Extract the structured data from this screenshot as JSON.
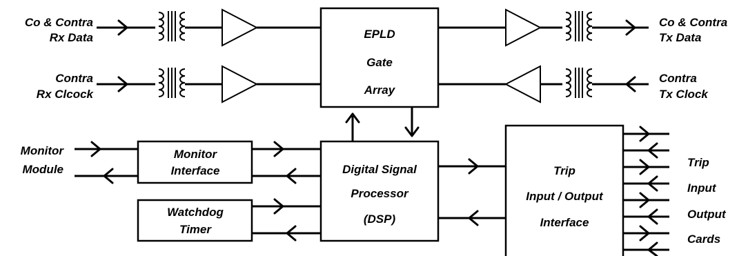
{
  "diagram": {
    "epld_box": {
      "lines": [
        "EPLD",
        "Gate",
        "Array"
      ]
    },
    "dsp_box": {
      "lines": [
        "Digital Signal",
        "Processor",
        "(DSP)"
      ]
    },
    "trip_box": {
      "lines": [
        "Trip",
        "Input / Output",
        "Interface"
      ]
    },
    "monitor_interface_box": {
      "lines": [
        "Monitor",
        "Interface"
      ]
    },
    "watchdog_box": {
      "lines": [
        "Watchdog",
        "Timer"
      ]
    },
    "signals": {
      "rx_data": [
        "Co & Contra",
        "Rx Data"
      ],
      "rx_clock": [
        "Contra",
        "Rx Clcock"
      ],
      "tx_data": [
        "Co & Contra",
        "Tx Data"
      ],
      "tx_clock": [
        "Contra",
        "Tx Clock"
      ],
      "monitor_module": [
        "Monitor",
        "Module"
      ],
      "trip_cards": [
        "Trip",
        "Input",
        "Output",
        "Cards"
      ]
    }
  }
}
